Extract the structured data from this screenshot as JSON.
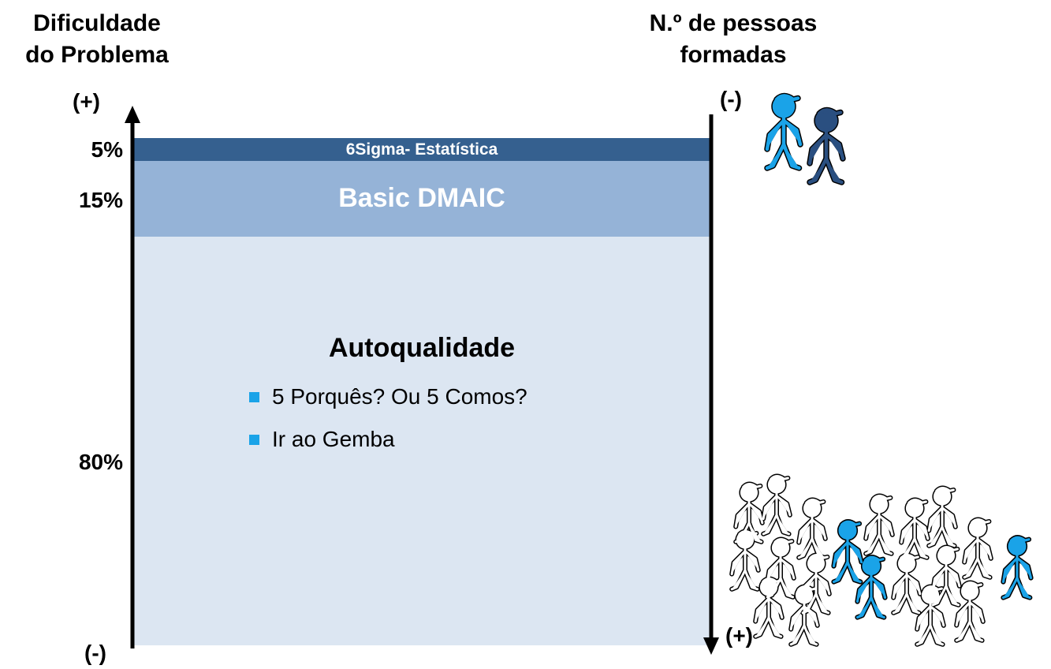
{
  "left_axis": {
    "title_line1": "Dificuldade",
    "title_line2": "do Problema",
    "top_sign": "(+)",
    "bottom_sign": "(-)",
    "percentages": [
      "5%",
      "15%",
      "80%"
    ]
  },
  "right_axis": {
    "title_line1": "N.º de pessoas",
    "title_line2": "formadas",
    "top_sign": "(-)",
    "bottom_sign": "(+)"
  },
  "bands": {
    "sigma_label": "6Sigma- Estatística",
    "basic_label": "Basic DMAIC",
    "auto_label": "Autoqualidade",
    "bullets": [
      "5 Porquês? Ou 5 Comos?",
      "Ir ao Gemba"
    ]
  },
  "colors": {
    "sigma": "#35608f",
    "basic": "#95b3d7",
    "auto": "#dce6f2",
    "bullet": "#1aa3e8",
    "figure_blue": "#1aa3e8",
    "figure_dark": "#2a4f80"
  },
  "icons": [
    "two-people-figures-icon",
    "crowd-figures-icon"
  ]
}
